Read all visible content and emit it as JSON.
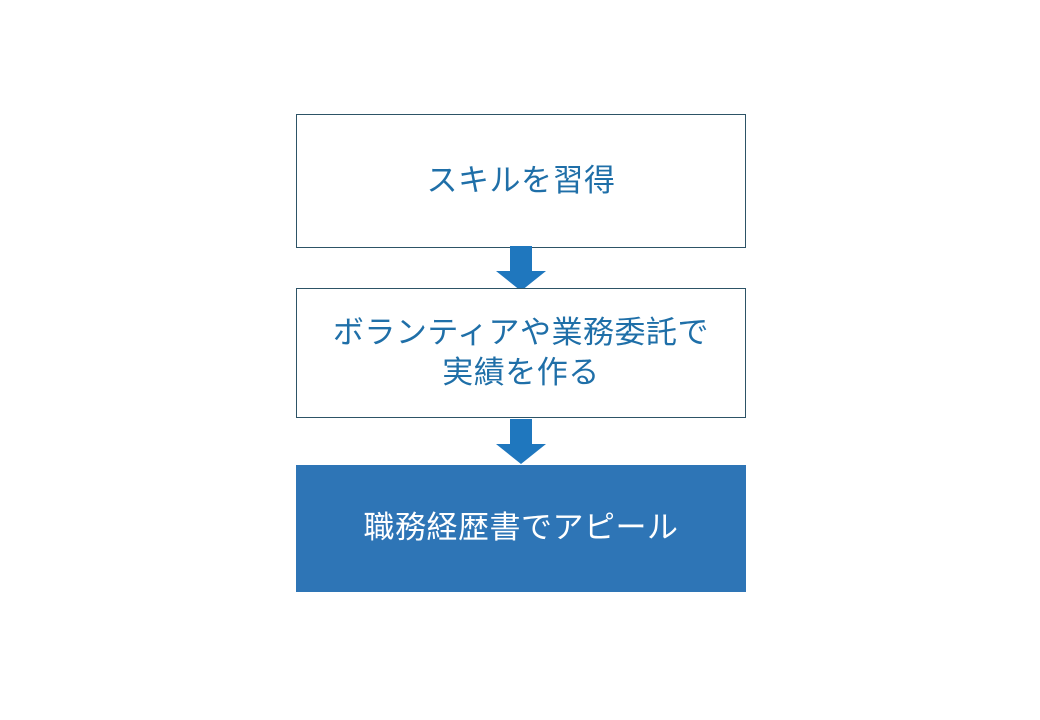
{
  "diagram": {
    "title": "career-step-flowchart",
    "background_color": "#ffffff",
    "colors": {
      "box_border": "#2d5366",
      "box_text_outline": "#1f6fa8",
      "box_fill_highlight": "#2e75b6",
      "box_text_highlight": "#ffffff",
      "arrow_fill": "#1f77be"
    },
    "nodes": [
      {
        "id": "skill",
        "label": "スキルを習得",
        "style": "outline",
        "fill": "#ffffff",
        "text_color": "#1f6fa8"
      },
      {
        "id": "experience",
        "label": "ボランティアや業務委託で\n実績を作る",
        "style": "outline",
        "fill": "#ffffff",
        "text_color": "#1f6fa8"
      },
      {
        "id": "resume",
        "label": "職務経歴書でアピール",
        "style": "filled",
        "fill": "#2e75b6",
        "text_color": "#ffffff"
      }
    ],
    "connectors": [
      {
        "id": "arrow-1",
        "from": "skill",
        "to": "experience",
        "icon": "down-arrow-icon",
        "color": "#1f77be"
      },
      {
        "id": "arrow-2",
        "from": "experience",
        "to": "resume",
        "icon": "down-arrow-icon",
        "color": "#1f77be"
      }
    ]
  }
}
